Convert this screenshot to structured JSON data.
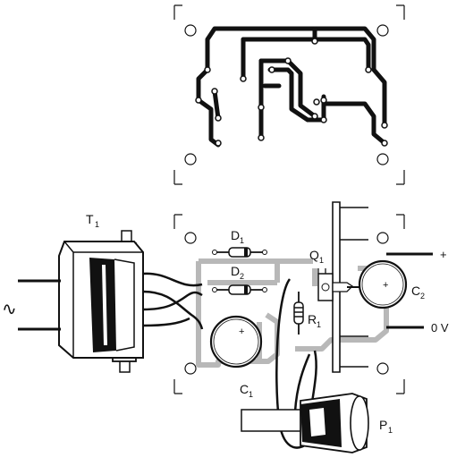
{
  "labels": {
    "transformer": "T",
    "transformer_sub": "1",
    "diode1": "D",
    "diode1_sub": "1",
    "diode2": "D",
    "diode2_sub": "2",
    "capacitor1": "C",
    "capacitor1_sub": "1",
    "capacitor2": "C",
    "capacitor2_sub": "2",
    "transistor": "Q",
    "transistor_sub": "1",
    "resistor": "R",
    "resistor_sub": "1",
    "potentiometer": "P",
    "potentiometer_sub": "1",
    "output_positive": "+",
    "output_zero": "0 V",
    "ac_symbol": "∿",
    "cap1_polarity": "+",
    "cap2_polarity": "+"
  },
  "colors": {
    "ink": "#111111",
    "track_gray": "#b8b8b8",
    "pad": "#ffffff"
  }
}
